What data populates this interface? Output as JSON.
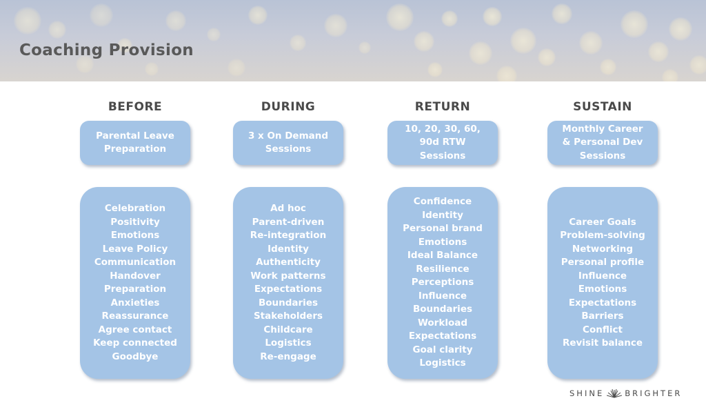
{
  "slide": {
    "title": "Coaching Provision"
  },
  "columns": [
    {
      "heading": "BEFORE",
      "summary": [
        "Parental Leave",
        "Preparation"
      ],
      "topics": [
        "Celebration",
        "Positivity",
        "Emotions",
        "Leave Policy",
        "Communication",
        "Handover",
        "Preparation",
        "Anxieties",
        "Reassurance",
        "Agree contact",
        "Keep connected",
        "Goodbye"
      ]
    },
    {
      "heading": "DURING",
      "summary": [
        "3 x On Demand",
        "Sessions"
      ],
      "topics": [
        "Ad hoc",
        "Parent-driven",
        "Re-integration",
        "Identity",
        "Authenticity",
        "Work patterns",
        "Expectations",
        "Boundaries",
        "Stakeholders",
        "Childcare",
        "Logistics",
        "Re-engage"
      ]
    },
    {
      "heading": "RETURN",
      "summary": [
        "10, 20, 30, 60,",
        "90d RTW",
        "Sessions"
      ],
      "topics": [
        "Confidence",
        "Identity",
        "Personal brand",
        "Emotions",
        "Ideal Balance",
        "Resilience",
        "Perceptions",
        "Influence",
        "Boundaries",
        "Workload",
        "Expectations",
        "Goal clarity",
        "Logistics"
      ]
    },
    {
      "heading": "SUSTAIN",
      "summary": [
        "Monthly Career",
        "& Personal Dev",
        "Sessions"
      ],
      "topics": [
        "Career Goals",
        "Problem-solving",
        "Networking",
        "Personal profile",
        "Influence",
        "Emotions",
        "Expectations",
        "Barriers",
        "Conflict",
        "Revisit balance"
      ]
    }
  ],
  "brand": {
    "left": "SHINE",
    "right": "BRIGHTER",
    "icon": "sunburst-icon"
  },
  "colors": {
    "pill": "#a4c4e6",
    "pill_text": "#ffffff",
    "heading": "#4a4a4a",
    "title": "#595959"
  }
}
